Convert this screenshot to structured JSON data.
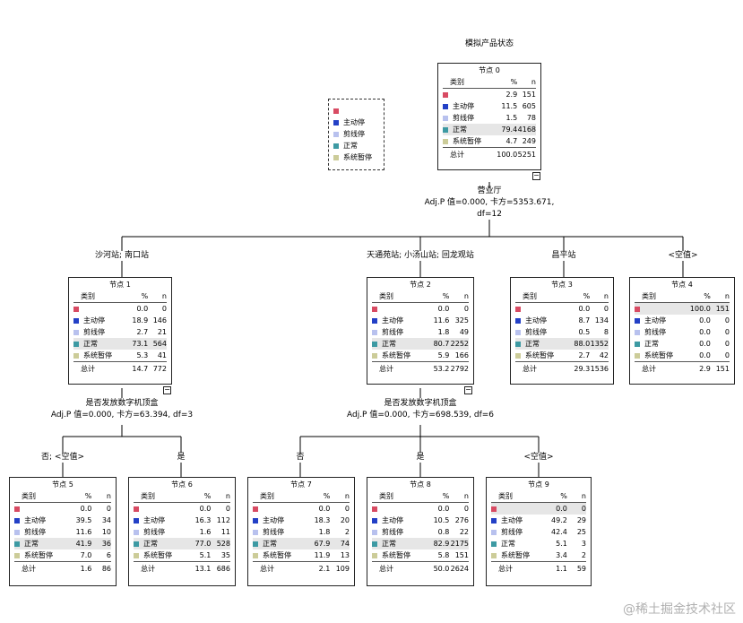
{
  "title": "模拟产品状态",
  "legend": [
    {
      "label": "",
      "color": "#d84b63"
    },
    {
      "label": "主动停",
      "color": "#2340c6"
    },
    {
      "label": "剪线停",
      "color": "#b8c1ee"
    },
    {
      "label": "正常",
      "color": "#3d9aa3"
    },
    {
      "label": "系统暂停",
      "color": "#cccc99"
    }
  ],
  "table_header": {
    "category": "类别",
    "pct": "%",
    "n": "n"
  },
  "total_label": "总计",
  "nodes": [
    {
      "id": "n0",
      "title": "节点 0",
      "rows": [
        [
          "",
          "2.9",
          "151"
        ],
        [
          "主动停",
          "11.5",
          "605"
        ],
        [
          "剪线停",
          "1.5",
          "78"
        ],
        [
          "正常",
          "79.4",
          "4168"
        ],
        [
          "系统暂停",
          "4.7",
          "249"
        ]
      ],
      "highlight": 3,
      "total": [
        "100.0",
        "5251"
      ]
    },
    {
      "id": "n1",
      "title": "节点 1",
      "rows": [
        [
          "",
          "0.0",
          "0"
        ],
        [
          "主动停",
          "18.9",
          "146"
        ],
        [
          "剪线停",
          "2.7",
          "21"
        ],
        [
          "正常",
          "73.1",
          "564"
        ],
        [
          "系统暂停",
          "5.3",
          "41"
        ]
      ],
      "highlight": 3,
      "total": [
        "14.7",
        "772"
      ]
    },
    {
      "id": "n2",
      "title": "节点 2",
      "rows": [
        [
          "",
          "0.0",
          "0"
        ],
        [
          "主动停",
          "11.6",
          "325"
        ],
        [
          "剪线停",
          "1.8",
          "49"
        ],
        [
          "正常",
          "80.7",
          "2252"
        ],
        [
          "系统暂停",
          "5.9",
          "166"
        ]
      ],
      "highlight": 3,
      "total": [
        "53.2",
        "2792"
      ]
    },
    {
      "id": "n3",
      "title": "节点 3",
      "rows": [
        [
          "",
          "0.0",
          "0"
        ],
        [
          "主动停",
          "8.7",
          "134"
        ],
        [
          "剪线停",
          "0.5",
          "8"
        ],
        [
          "正常",
          "88.0",
          "1352"
        ],
        [
          "系统暂停",
          "2.7",
          "42"
        ]
      ],
      "highlight": 3,
      "total": [
        "29.3",
        "1536"
      ]
    },
    {
      "id": "n4",
      "title": "节点 4",
      "rows": [
        [
          "",
          "100.0",
          "151"
        ],
        [
          "主动停",
          "0.0",
          "0"
        ],
        [
          "剪线停",
          "0.0",
          "0"
        ],
        [
          "正常",
          "0.0",
          "0"
        ],
        [
          "系统暂停",
          "0.0",
          "0"
        ]
      ],
      "highlight": 0,
      "total": [
        "2.9",
        "151"
      ]
    },
    {
      "id": "n5",
      "title": "节点 5",
      "rows": [
        [
          "",
          "0.0",
          "0"
        ],
        [
          "主动停",
          "39.5",
          "34"
        ],
        [
          "剪线停",
          "11.6",
          "10"
        ],
        [
          "正常",
          "41.9",
          "36"
        ],
        [
          "系统暂停",
          "7.0",
          "6"
        ]
      ],
      "highlight": 3,
      "total": [
        "1.6",
        "86"
      ]
    },
    {
      "id": "n6",
      "title": "节点 6",
      "rows": [
        [
          "",
          "0.0",
          "0"
        ],
        [
          "主动停",
          "16.3",
          "112"
        ],
        [
          "剪线停",
          "1.6",
          "11"
        ],
        [
          "正常",
          "77.0",
          "528"
        ],
        [
          "系统暂停",
          "5.1",
          "35"
        ]
      ],
      "highlight": 3,
      "total": [
        "13.1",
        "686"
      ]
    },
    {
      "id": "n7",
      "title": "节点 7",
      "rows": [
        [
          "",
          "0.0",
          "0"
        ],
        [
          "主动停",
          "18.3",
          "20"
        ],
        [
          "剪线停",
          "1.8",
          "2"
        ],
        [
          "正常",
          "67.9",
          "74"
        ],
        [
          "系统暂停",
          "11.9",
          "13"
        ]
      ],
      "highlight": 3,
      "total": [
        "2.1",
        "109"
      ]
    },
    {
      "id": "n8",
      "title": "节点 8",
      "rows": [
        [
          "",
          "0.0",
          "0"
        ],
        [
          "主动停",
          "10.5",
          "276"
        ],
        [
          "剪线停",
          "0.8",
          "22"
        ],
        [
          "正常",
          "82.9",
          "2175"
        ],
        [
          "系统暂停",
          "5.8",
          "151"
        ]
      ],
      "highlight": 3,
      "total": [
        "50.0",
        "2624"
      ]
    },
    {
      "id": "n9",
      "title": "节点 9",
      "rows": [
        [
          "",
          "0.0",
          "0"
        ],
        [
          "主动停",
          "49.2",
          "29"
        ],
        [
          "剪线停",
          "42.4",
          "25"
        ],
        [
          "正常",
          "5.1",
          "3"
        ],
        [
          "系统暂停",
          "3.4",
          "2"
        ]
      ],
      "highlight": 0,
      "total": [
        "1.1",
        "59"
      ]
    }
  ],
  "splits": {
    "root": {
      "var": "营业厅",
      "stat1": "Adj.P 值=0.000, 卡方=5353.671,",
      "stat2": "df=12"
    },
    "n1": {
      "var": "是否发放数字机顶盒",
      "stat1": "Adj.P 值=0.000, 卡方=63.394, df=3"
    },
    "n2": {
      "var": "是否发放数字机顶盒",
      "stat1": "Adj.P 值=0.000, 卡方=698.539, df=6"
    }
  },
  "branch_labels": {
    "n1": "沙河站; 南口站",
    "n2": "天通苑站; 小汤山站; 回龙观站",
    "n3": "昌平站",
    "n4": "<空值>",
    "n5": "否; <空值>",
    "n6": "是",
    "n7": "否",
    "n8": "是",
    "n9": "<空值>"
  },
  "toggle_symbol": "−",
  "watermark": "@稀土掘金技术社区"
}
